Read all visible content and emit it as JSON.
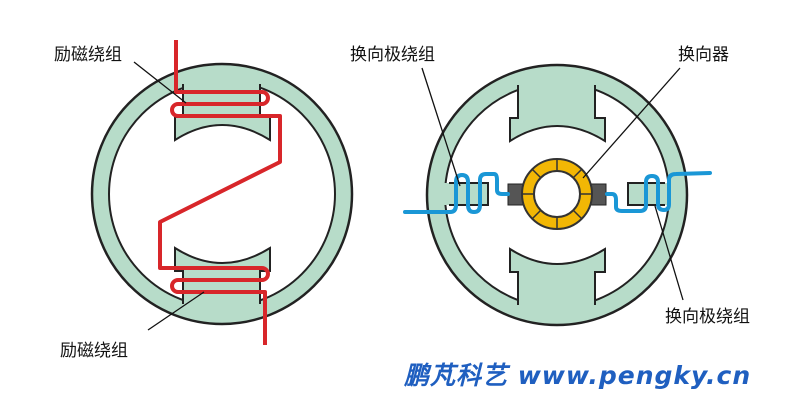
{
  "labels": {
    "field_winding_top": "励磁绕组",
    "field_winding_bottom": "励磁绕组",
    "interpole_winding_left": "换向极绕组",
    "commutator": "换向器",
    "interpole_winding_right": "换向极绕组"
  },
  "watermark": "鹏芃科艺 www.pengky.cn",
  "colors": {
    "stator": "#b7dcc9",
    "field_wire": "#d8262a",
    "interpole_wire": "#1a97d6",
    "commutator": "#f2b705",
    "brush": "#555555",
    "watermark": "#1f5fc0"
  }
}
